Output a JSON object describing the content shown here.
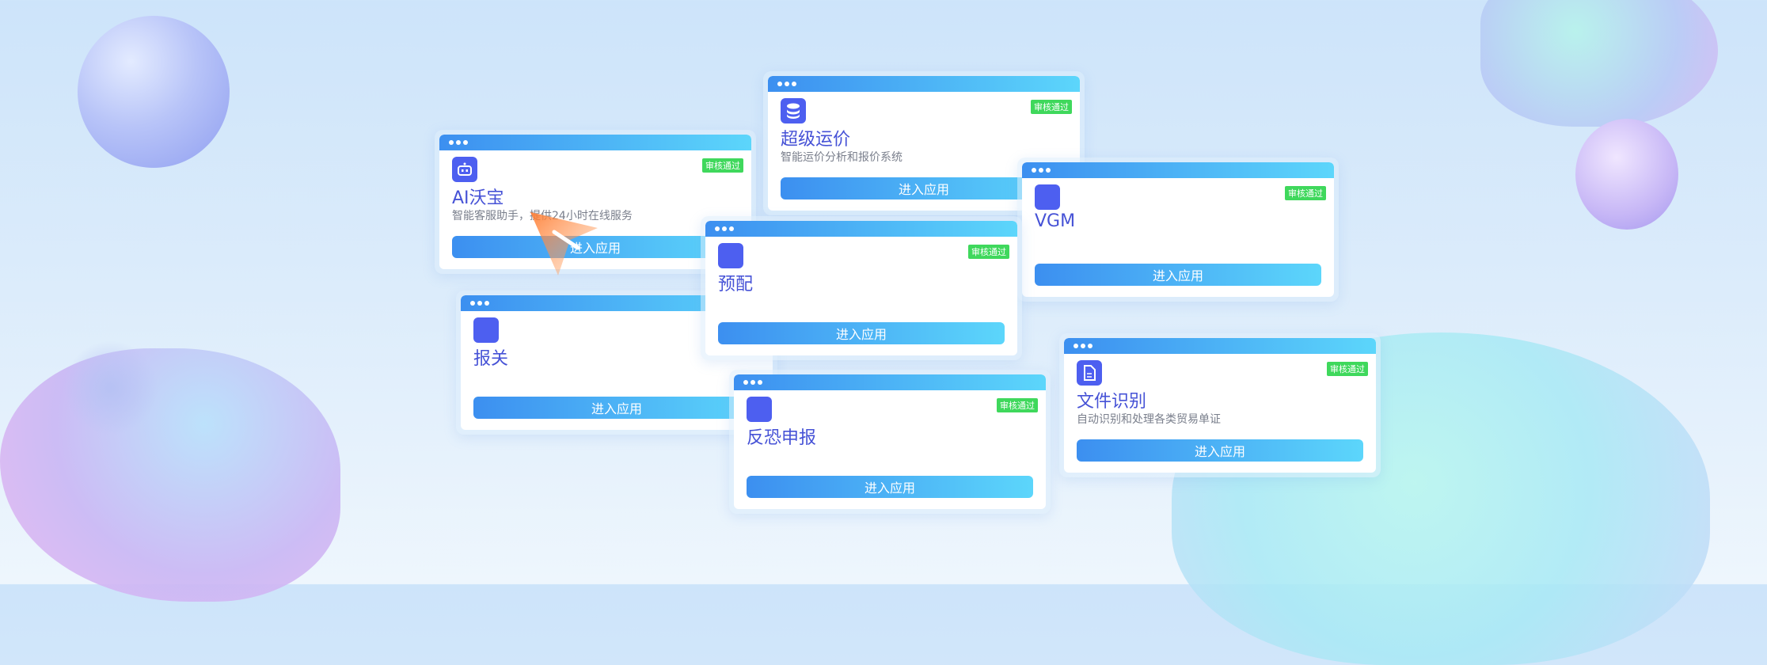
{
  "colors": {
    "accent": "#4d5ff0",
    "title": "#4652d6",
    "badge": "#3fd85c",
    "bar_start": "#3c8ff0",
    "bar_end": "#5cd6fb"
  },
  "cards": [
    {
      "title": "AI沃宝",
      "desc": "智能客服助手，提供24小时在线服务",
      "badge": "审核通过",
      "button": "进入应用",
      "icon": "robot-icon"
    },
    {
      "title": "超级运价",
      "desc": "智能运价分析和报价系统",
      "badge": "审核通过",
      "button": "进入应用",
      "icon": "database-icon"
    },
    {
      "title": "VGM",
      "desc": "",
      "badge": "审核通过",
      "button": "进入应用",
      "icon": "app-icon"
    },
    {
      "title": "预配",
      "desc": "",
      "badge": "审核通过",
      "button": "进入应用",
      "icon": "app-icon"
    },
    {
      "title": "报关",
      "desc": "",
      "badge": "",
      "button": "进入应用",
      "icon": "app-icon"
    },
    {
      "title": "反恐申报",
      "desc": "",
      "badge": "审核通过",
      "button": "进入应用",
      "icon": "app-icon"
    },
    {
      "title": "文件识别",
      "desc": "自动识别和处理各类贸易单证",
      "badge": "审核通过",
      "button": "进入应用",
      "icon": "document-icon"
    }
  ]
}
